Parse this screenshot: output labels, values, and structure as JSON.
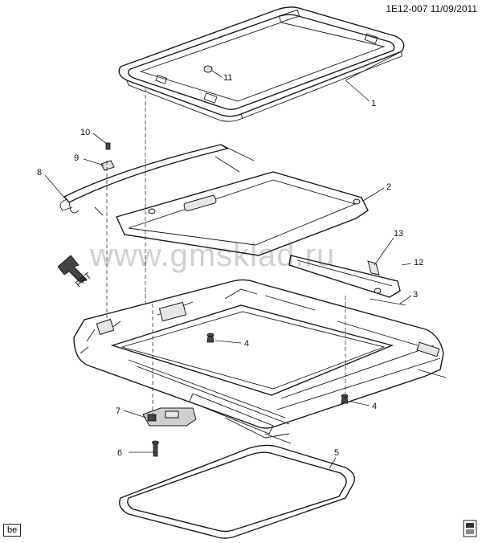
{
  "header": {
    "ref": "1E12-007  11/09/2011"
  },
  "watermark": "www.gmsklad.ru",
  "footer": {
    "corner_label": "be"
  },
  "front_arrow": {
    "label": "FRT"
  },
  "callouts": {
    "c1": "1",
    "c2": "2",
    "c3": "3",
    "c4a": "4",
    "c4b": "4",
    "c5": "5",
    "c6": "6",
    "c7": "7",
    "c8": "8",
    "c9": "9",
    "c10": "10",
    "c11": "11",
    "c12": "12",
    "c13": "13"
  }
}
